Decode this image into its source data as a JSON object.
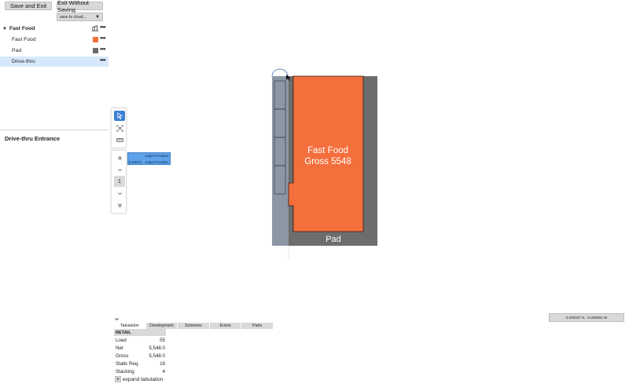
{
  "header": {
    "save_exit_label": "Save and Exit",
    "exit_without_saving_label": "Exit Without Saving",
    "save_destination": "save to cloud..."
  },
  "tree": {
    "group_label": "Fast Food",
    "items": [
      {
        "label": "Fast Food",
        "swatch_color": "#f46f3c"
      },
      {
        "label": "Pad",
        "swatch_color": "#6d6d6d"
      },
      {
        "label": "Drive-thru",
        "selected": true
      }
    ]
  },
  "inspector": {
    "title": "Drive-thru Entrance"
  },
  "popup": {
    "line1": "Adjust Position",
    "line2": "[UNDO]",
    "line3": "Adjust Position"
  },
  "floors": {
    "current": "1"
  },
  "canvas": {
    "building_label_line1": "Fast Food",
    "building_label_line2": "Gross 5548",
    "pad_label": "Pad",
    "colors": {
      "building": "#f46f3c",
      "pad": "#6d6d6d",
      "drive_thru_lane": "#8d97a4"
    }
  },
  "coords": {
    "readout": "0.000337 N, -0.000504 W"
  },
  "tabs": [
    {
      "label": "Tabulation",
      "active": true
    },
    {
      "label": "Development"
    },
    {
      "label": "Schemes"
    },
    {
      "label": "Errors"
    },
    {
      "label": "Parts"
    }
  ],
  "tabulation": {
    "section": "RETAIL",
    "rows": [
      {
        "label": "Load",
        "value": "55"
      },
      {
        "label": "Net",
        "value": "5,548.0"
      },
      {
        "label": "Gross",
        "value": "5,548.0"
      },
      {
        "label": "Stalls Req.",
        "value": "16"
      },
      {
        "label": "Stacking",
        "value": "4"
      }
    ],
    "expand_label": "expand tabulation"
  }
}
